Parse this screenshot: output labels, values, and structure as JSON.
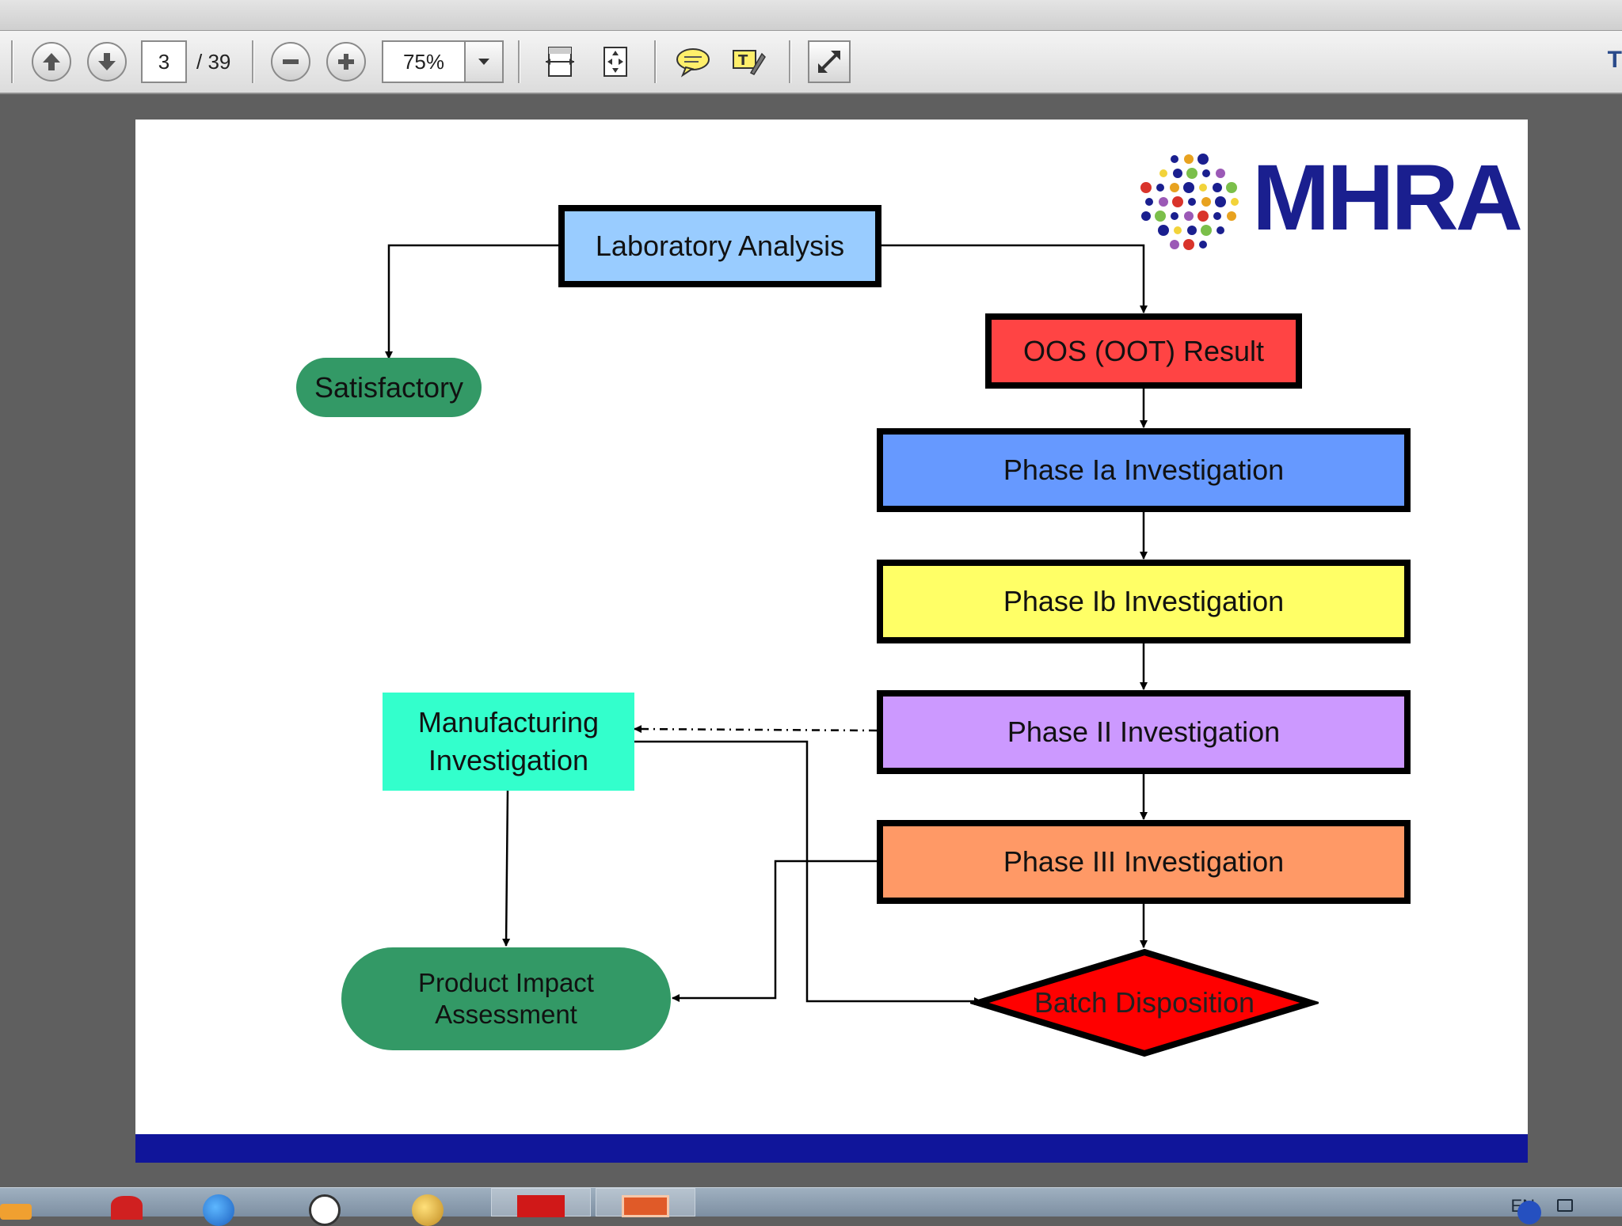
{
  "toolbar": {
    "page_current": "3",
    "page_total": "/ 39",
    "zoom": "75%",
    "edge_glyph": "T",
    "icons": [
      "prev-page-icon",
      "next-page-icon",
      "zoom-out-icon",
      "zoom-in-icon",
      "zoom-dropdown-icon",
      "fit-width-icon",
      "fit-page-icon",
      "comment-icon",
      "highlight-icon",
      "fullscreen-icon"
    ]
  },
  "logo": {
    "text": "MHRA"
  },
  "flowchart": {
    "lab_analysis": "Laboratory Analysis",
    "satisfactory": "Satisfactory",
    "oos_result": "OOS (OOT) Result",
    "phase_ia": "Phase Ia Investigation",
    "phase_ib": "Phase Ib Investigation",
    "phase_ii": "Phase II Investigation",
    "phase_iii": "Phase III Investigation",
    "manufacturing_line1": "Manufacturing",
    "manufacturing_line2": "Investigation",
    "product_impact_line1": "Product Impact",
    "product_impact_line2": "Assessment",
    "batch_disposition": "Batch Disposition"
  },
  "colors": {
    "lab_analysis": "#99ccff",
    "oos": "#ff4444",
    "phase_ia": "#6699ff",
    "phase_ib": "#ffff66",
    "phase_ii": "#cc99ff",
    "phase_iii": "#ff9966",
    "manufacturing": "#33ffcc",
    "green_pill": "#339966",
    "batch": "#ff0000",
    "brand": "#1a1f8f"
  },
  "taskbar": {
    "language": "EN"
  }
}
